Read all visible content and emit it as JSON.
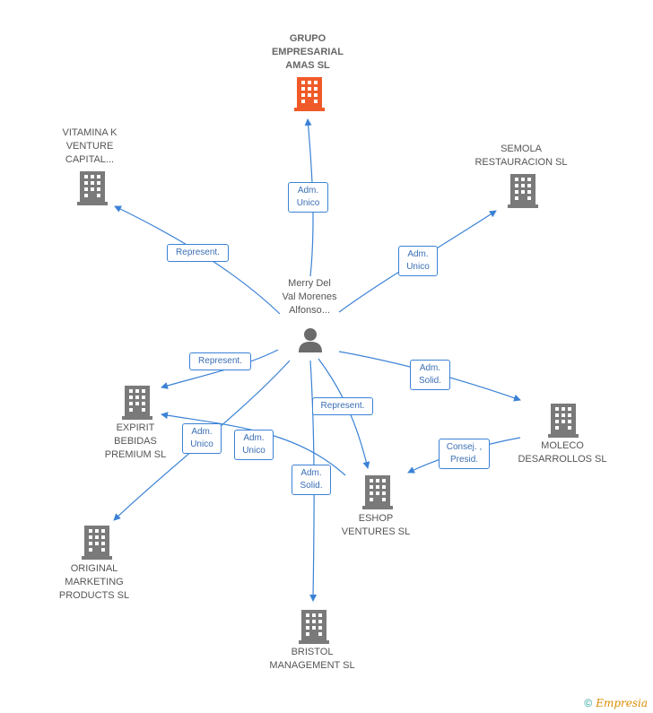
{
  "center": {
    "name_lines": [
      "Merry Del",
      "Val Morenes",
      "Alfonso..."
    ]
  },
  "nodes": [
    {
      "id": "grupo",
      "lines": [
        "GRUPO",
        "EMPRESARIAL",
        "AMAS SL"
      ],
      "highlight": true
    },
    {
      "id": "vitamina",
      "lines": [
        "VITAMINA K",
        "VENTURE",
        "CAPITAL..."
      ]
    },
    {
      "id": "semola",
      "lines": [
        "SEMOLA",
        "RESTAURACION SL"
      ]
    },
    {
      "id": "expirit",
      "lines": [
        "EXPIRIT",
        "BEBIDAS",
        "PREMIUM SL"
      ]
    },
    {
      "id": "moleco",
      "lines": [
        "MOLECO",
        "DESARROLLOS SL"
      ]
    },
    {
      "id": "eshop",
      "lines": [
        "ESHOP",
        "VENTURES SL"
      ]
    },
    {
      "id": "original",
      "lines": [
        "ORIGINAL",
        "MARKETING",
        "PRODUCTS SL"
      ]
    },
    {
      "id": "bristol",
      "lines": [
        "BRISTOL",
        "MANAGEMENT SL"
      ]
    }
  ],
  "relations": [
    {
      "id": "r-grupo",
      "lines": [
        "Adm.",
        "Unico"
      ]
    },
    {
      "id": "r-vitamina",
      "lines": [
        "Represent."
      ]
    },
    {
      "id": "r-semola",
      "lines": [
        "Adm.",
        "Unico"
      ]
    },
    {
      "id": "r-expirit-rep",
      "lines": [
        "Represent."
      ]
    },
    {
      "id": "r-moleco",
      "lines": [
        "Adm.",
        "Solid."
      ]
    },
    {
      "id": "r-eshop-rep",
      "lines": [
        "Represent."
      ]
    },
    {
      "id": "r-original",
      "lines": [
        "Adm.",
        "Unico"
      ]
    },
    {
      "id": "r-expirit-adm",
      "lines": [
        "Adm.",
        "Unico"
      ]
    },
    {
      "id": "r-bristol",
      "lines": [
        "Adm.",
        "Solid."
      ]
    },
    {
      "id": "r-moleco-eshop",
      "lines": [
        "Consej. ,",
        "Presid."
      ]
    }
  ],
  "colors": {
    "edge": "#3b82d6",
    "building": "#7a7a7a",
    "building_highlight": "#f05a28",
    "person": "#6b6b6b"
  },
  "footer": {
    "copyright": "©",
    "brand": "Empresia"
  }
}
